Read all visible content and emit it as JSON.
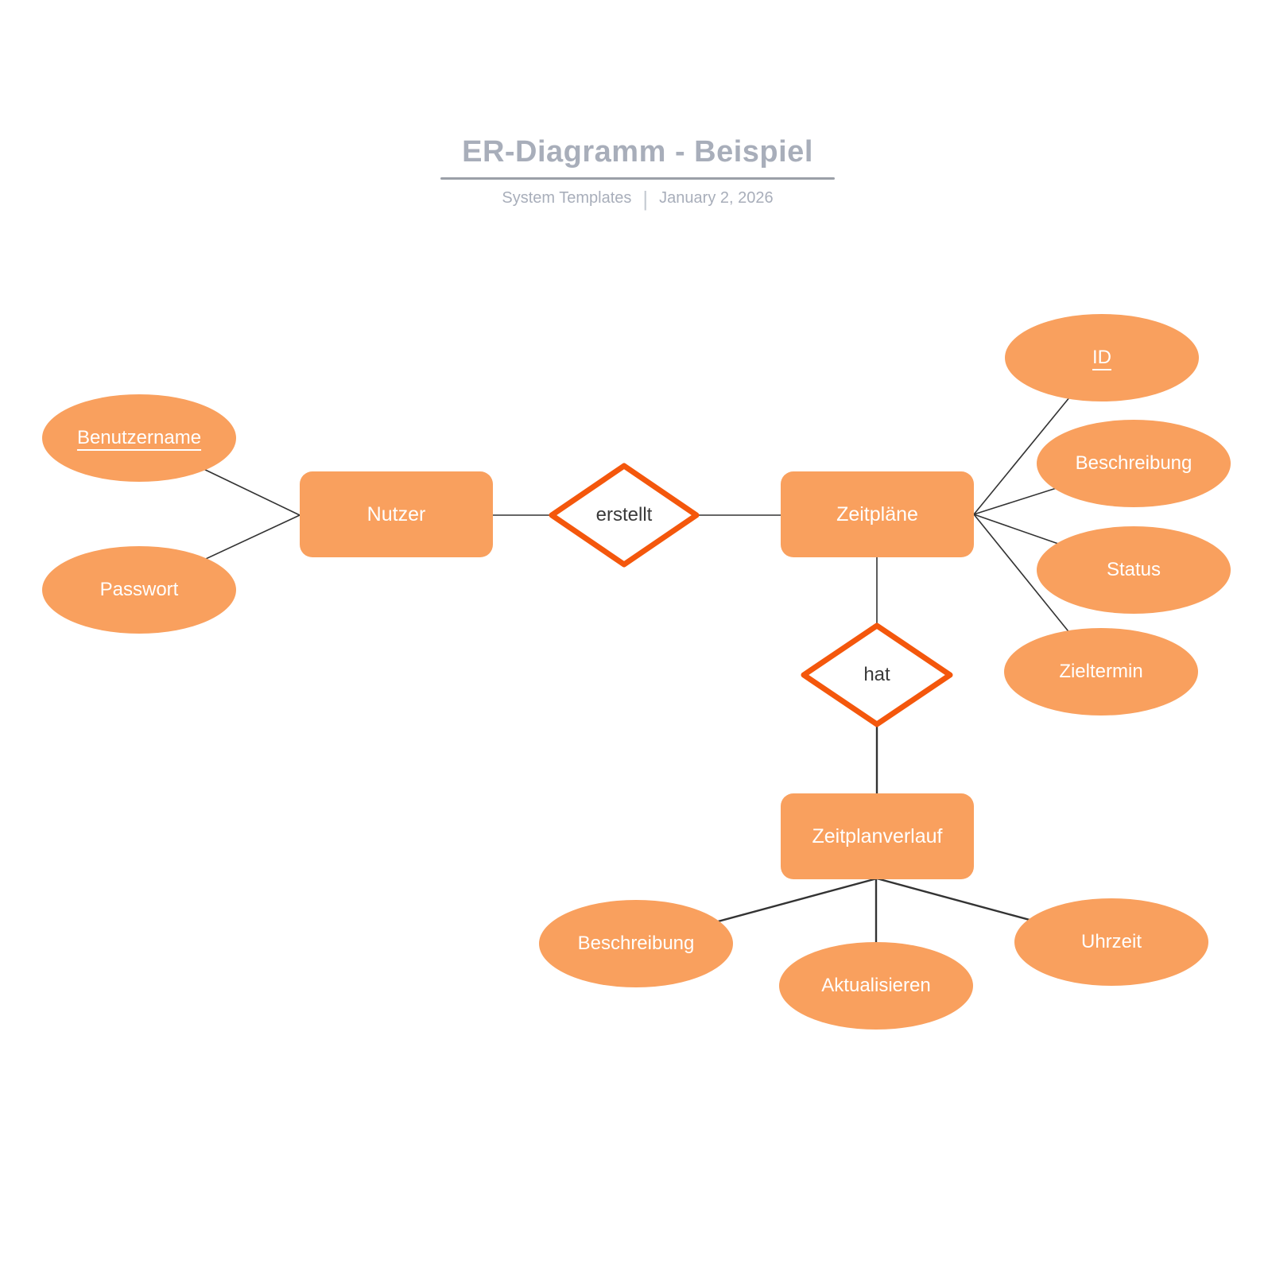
{
  "header": {
    "title": "ER-Diagramm - Beispiel",
    "meta_left": "System Templates",
    "meta_separator": "|",
    "meta_right": "January 2, 2026"
  },
  "colors": {
    "shape_fill": "#F9A05E",
    "shape_text": "#FFFFFF",
    "relationship_border": "#F4570C",
    "relationship_fill": "#FFFFFF",
    "relationship_text": "#3A3A3A",
    "connector": "#333333",
    "title_text": "#A8AEBA",
    "title_rule": "#9BA0A8",
    "meta_text": "#A8AEBA",
    "meta_divider": "#C5CAD2",
    "background": "#FFFFFF"
  },
  "diagram": {
    "entities": [
      {
        "id": "nutzer",
        "label": "Nutzer"
      },
      {
        "id": "zeitplaene",
        "label": "Zeitpläne"
      },
      {
        "id": "zeitplanverlauf",
        "label": "Zeitplanverlauf"
      }
    ],
    "relationships": [
      {
        "id": "erstellt",
        "label": "erstellt"
      },
      {
        "id": "hat",
        "label": "hat"
      }
    ],
    "attributes": [
      {
        "id": "benutzername",
        "label": "Benutzername",
        "primary_key": true
      },
      {
        "id": "passwort",
        "label": "Passwort",
        "primary_key": false
      },
      {
        "id": "id",
        "label": "ID",
        "primary_key": true
      },
      {
        "id": "beschreibung-zeitplaene",
        "label": "Beschreibung",
        "primary_key": false
      },
      {
        "id": "status",
        "label": "Status",
        "primary_key": false
      },
      {
        "id": "zieltermin",
        "label": "Zieltermin",
        "primary_key": false
      },
      {
        "id": "beschreibung-verlauf",
        "label": "Beschreibung",
        "primary_key": false
      },
      {
        "id": "aktualisieren",
        "label": "Aktualisieren",
        "primary_key": false
      },
      {
        "id": "uhrzeit",
        "label": "Uhrzeit",
        "primary_key": false
      }
    ],
    "connections": [
      {
        "from": "benutzername",
        "to": "nutzer"
      },
      {
        "from": "passwort",
        "to": "nutzer"
      },
      {
        "from": "nutzer",
        "to": "erstellt"
      },
      {
        "from": "erstellt",
        "to": "zeitplaene"
      },
      {
        "from": "zeitplaene",
        "to": "id"
      },
      {
        "from": "zeitplaene",
        "to": "beschreibung-zeitplaene"
      },
      {
        "from": "zeitplaene",
        "to": "status"
      },
      {
        "from": "zeitplaene",
        "to": "zieltermin"
      },
      {
        "from": "zeitplaene",
        "to": "hat"
      },
      {
        "from": "hat",
        "to": "zeitplanverlauf"
      },
      {
        "from": "zeitplanverlauf",
        "to": "beschreibung-verlauf"
      },
      {
        "from": "zeitplanverlauf",
        "to": "aktualisieren"
      },
      {
        "from": "zeitplanverlauf",
        "to": "uhrzeit"
      }
    ]
  }
}
